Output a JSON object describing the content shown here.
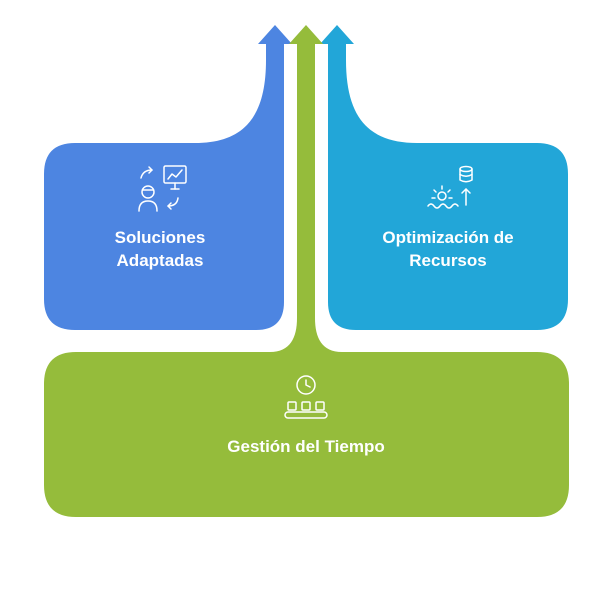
{
  "blocks": {
    "left": {
      "lines": [
        "Soluciones",
        "Adaptadas"
      ],
      "color": "#4d85e1",
      "icon": "presentation-person-icon"
    },
    "right": {
      "lines": [
        "Optimización de",
        "Recursos"
      ],
      "color": "#22a6d8",
      "icon": "database-gear-icon"
    },
    "bottom": {
      "lines": [
        "Gestión del Tiempo"
      ],
      "color": "#95bc3b",
      "icon": "clock-conveyor-icon"
    }
  }
}
